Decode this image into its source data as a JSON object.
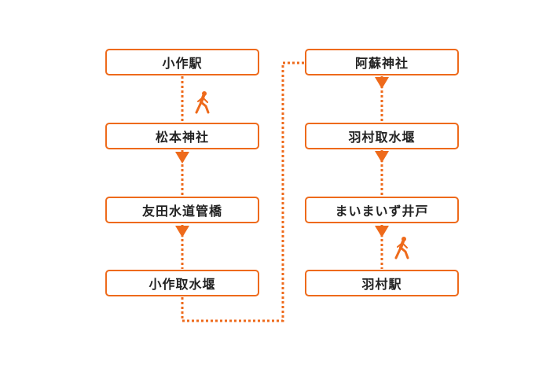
{
  "colors": {
    "accent": "#ee6a1b",
    "text": "#222222"
  },
  "columns": [
    {
      "stops": [
        "小作駅",
        "松本神社",
        "友田水道管橋",
        "小作取水堰"
      ]
    },
    {
      "stops": [
        "阿蘇神社",
        "羽村取水堰",
        "まいまいず井戸",
        "羽村駅"
      ]
    }
  ],
  "icons": {
    "walk": "walking-person-icon",
    "arrow": "triangle-down-icon"
  }
}
